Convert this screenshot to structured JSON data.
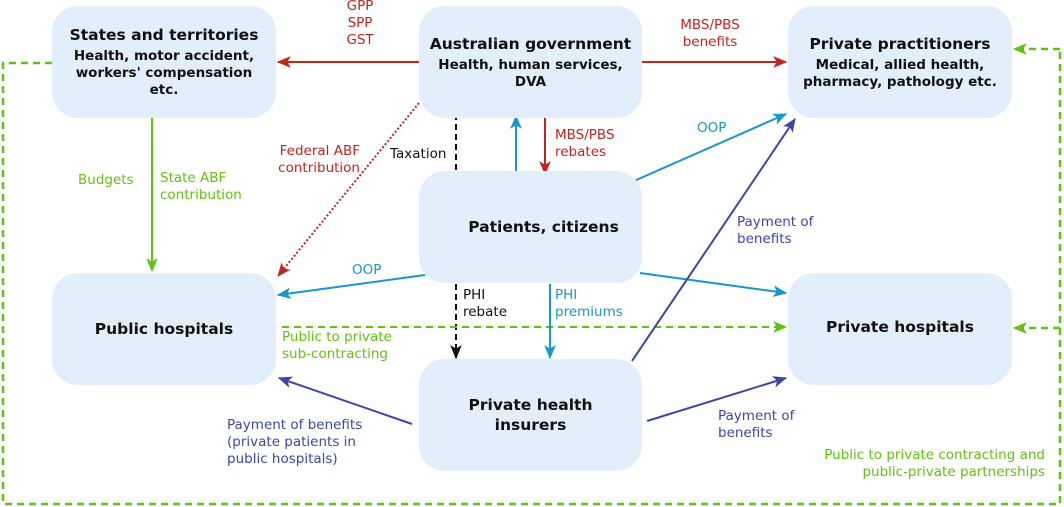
{
  "colors": {
    "node_fill": "#e2eefa",
    "government_flow": "#c0261e",
    "state_flow": "#62c112",
    "patient_flow": "#1896cf",
    "insurer_flow": "#3e45a8",
    "tax_flow": "#111111"
  },
  "nodes": {
    "states": {
      "title": "States and territories",
      "sub": "Health, motor accident,\nworkers' compensation\netc."
    },
    "government": {
      "title": "Australian government",
      "sub": "Health, human services,\nDVA"
    },
    "practitioners": {
      "title": "Private practitioners",
      "sub": "Medical, allied health,\npharmacy, pathology etc."
    },
    "patients": {
      "title": "Patients, citizens"
    },
    "public_hospitals": {
      "title": "Public hospitals"
    },
    "private_hospitals": {
      "title": "Private hospitals"
    },
    "insurers": {
      "title": "Private health\ninsurers"
    }
  },
  "flows": {
    "gov_to_states": "GPP\nSPP\nGST",
    "gov_to_practitioners": "MBS/PBS\nbenefits",
    "federal_abf": "Federal ABF\ncontribution",
    "taxation": "Taxation",
    "mbs_rebates": "MBS/PBS\nrebates",
    "oop_practitioners": "OOP",
    "budgets": "Budgets",
    "state_abf": "State ABF\ncontribution",
    "oop_public": "OOP",
    "phi_rebate": "PHI\nrebate",
    "phi_premiums": "PHI\npremiums",
    "payment_practitioners": "Payment of\nbenefits",
    "sub_contracting": "Public to private\nsub-contracting",
    "payment_public": "Payment of benefits\n(private patients in\npublic hospitals)",
    "payment_private": "Payment of\nbenefits",
    "ppp": "Public to private contracting and\npublic-private partnerships"
  }
}
